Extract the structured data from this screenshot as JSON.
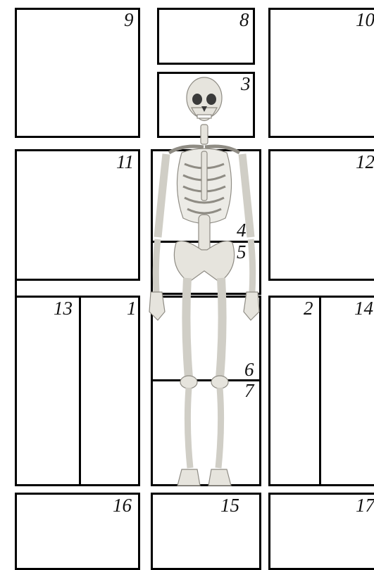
{
  "diagram": {
    "line_color": "#000000",
    "bone_color": "#e6e4dd",
    "illustration": "human-skeleton-front-view",
    "labels": {
      "p1": "1",
      "p2": "2",
      "p3": "3",
      "p4": "4",
      "p5": "5",
      "p6": "6",
      "p7": "7",
      "p8": "8",
      "p9": "9",
      "p10": "10",
      "p11": "11",
      "p12": "12",
      "p13": "13",
      "p14": "14",
      "p15": "15",
      "p16": "16",
      "p17": "17"
    }
  }
}
